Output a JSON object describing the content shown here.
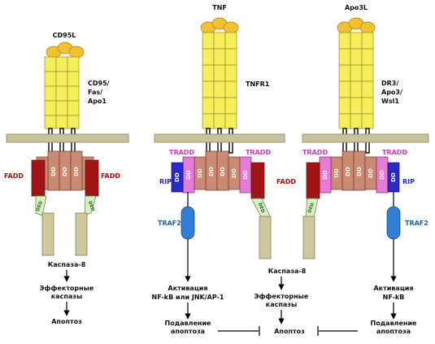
{
  "ligands": {
    "cd95l": "CD95L",
    "tnf": "TNF",
    "apo3l": "Apo3L"
  },
  "receptors": {
    "cd95": [
      "CD95/",
      "Fas/",
      "Apo1"
    ],
    "tnfr1": [
      "TNFR1"
    ],
    "dr3": [
      "DR3/",
      "Apo3/",
      "Wsl1"
    ]
  },
  "adaptors": {
    "fadd": "FADD",
    "tradd": "TRADD",
    "rip": "RIP",
    "traf2": "TRAF2",
    "dd": "DD",
    "ded": "DED"
  },
  "pathway": {
    "caspase8": "Каспаза-8",
    "effector": [
      "Эффекторные",
      "каспазы"
    ],
    "apoptosis": "Апоптоз",
    "activation_left": [
      "Активация",
      "NF-kB или JNK/AP-1"
    ],
    "activation_right": [
      "Активация",
      "NF-kB"
    ],
    "suppression": [
      "Подавление",
      "апоптоза"
    ]
  },
  "colors": {
    "ligand": "#f2c130",
    "receptor": "#f5ef5a",
    "membrane": "#c9c39a",
    "dd": "#cc8a72",
    "fadd": "#a31515",
    "tradd": "#e87ad8",
    "rip": "#2a2acb",
    "traf2": "#2f7fd6",
    "ded": "#d9efc4",
    "caspase": "#cfc89a",
    "label_fadd": "#a31515",
    "label_tradd": "#d23ac0",
    "label_rip": "#2a2acb",
    "label_traf2": "#1f5fb0"
  }
}
